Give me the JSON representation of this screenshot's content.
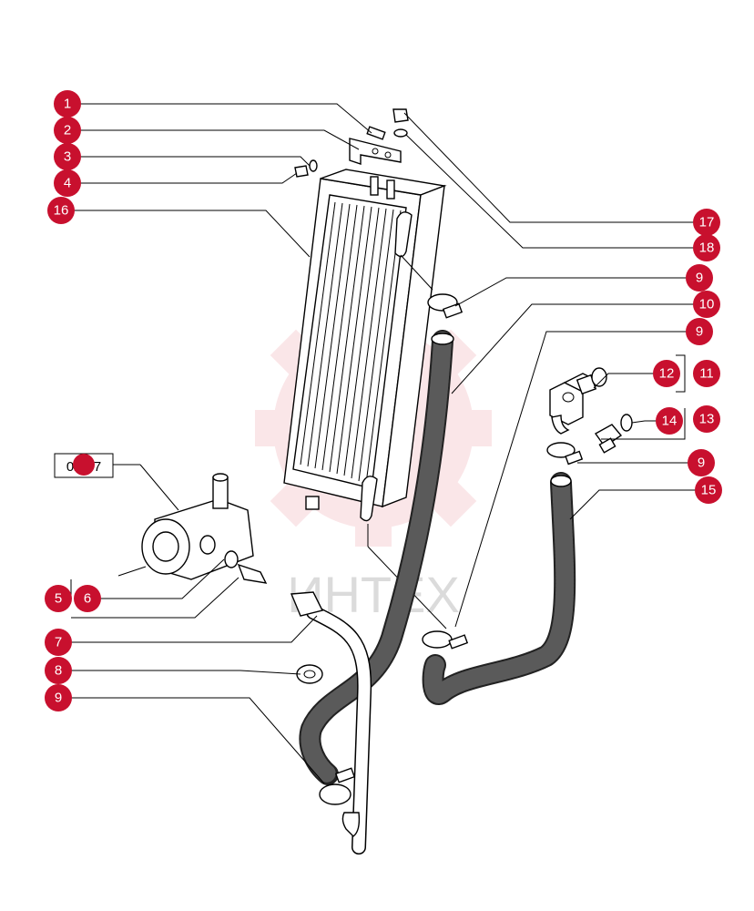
{
  "watermark": {
    "text": "ИНТЕХ",
    "color": "#f2b8bf"
  },
  "accent_color": "#c8102e",
  "reference": {
    "label": "02-37"
  },
  "callouts": [
    {
      "id": "c1",
      "label": "1"
    },
    {
      "id": "c2",
      "label": "2"
    },
    {
      "id": "c3",
      "label": "3"
    },
    {
      "id": "c4",
      "label": "4"
    },
    {
      "id": "c16",
      "label": "16"
    },
    {
      "id": "c17",
      "label": "17"
    },
    {
      "id": "c18",
      "label": "18"
    },
    {
      "id": "c9a",
      "label": "9"
    },
    {
      "id": "c10",
      "label": "10"
    },
    {
      "id": "c9b",
      "label": "9"
    },
    {
      "id": "c12",
      "label": "12"
    },
    {
      "id": "c11",
      "label": "11"
    },
    {
      "id": "c14",
      "label": "14"
    },
    {
      "id": "c13",
      "label": "13"
    },
    {
      "id": "c9c",
      "label": "9"
    },
    {
      "id": "c15",
      "label": "15"
    },
    {
      "id": "c5",
      "label": "5"
    },
    {
      "id": "c6",
      "label": "6"
    },
    {
      "id": "c7",
      "label": "7"
    },
    {
      "id": "c8",
      "label": "8"
    },
    {
      "id": "c9d",
      "label": "9"
    }
  ]
}
